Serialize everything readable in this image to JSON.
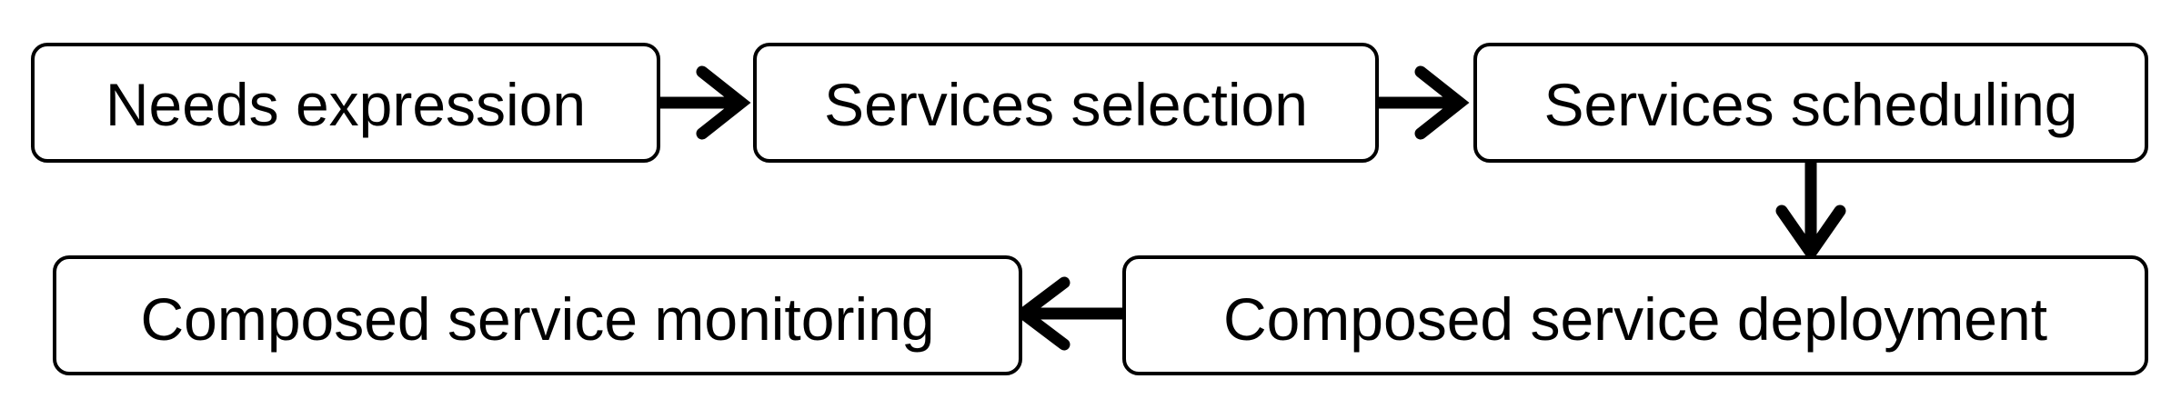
{
  "steps": [
    {
      "label": "Needs expression"
    },
    {
      "label": "Services selection"
    },
    {
      "label": "Services scheduling"
    },
    {
      "label": "Composed service deployment"
    },
    {
      "label": "Composed service monitoring"
    }
  ],
  "colors": {
    "stroke": "#000000",
    "fill": "#ffffff",
    "text": "#000000"
  }
}
